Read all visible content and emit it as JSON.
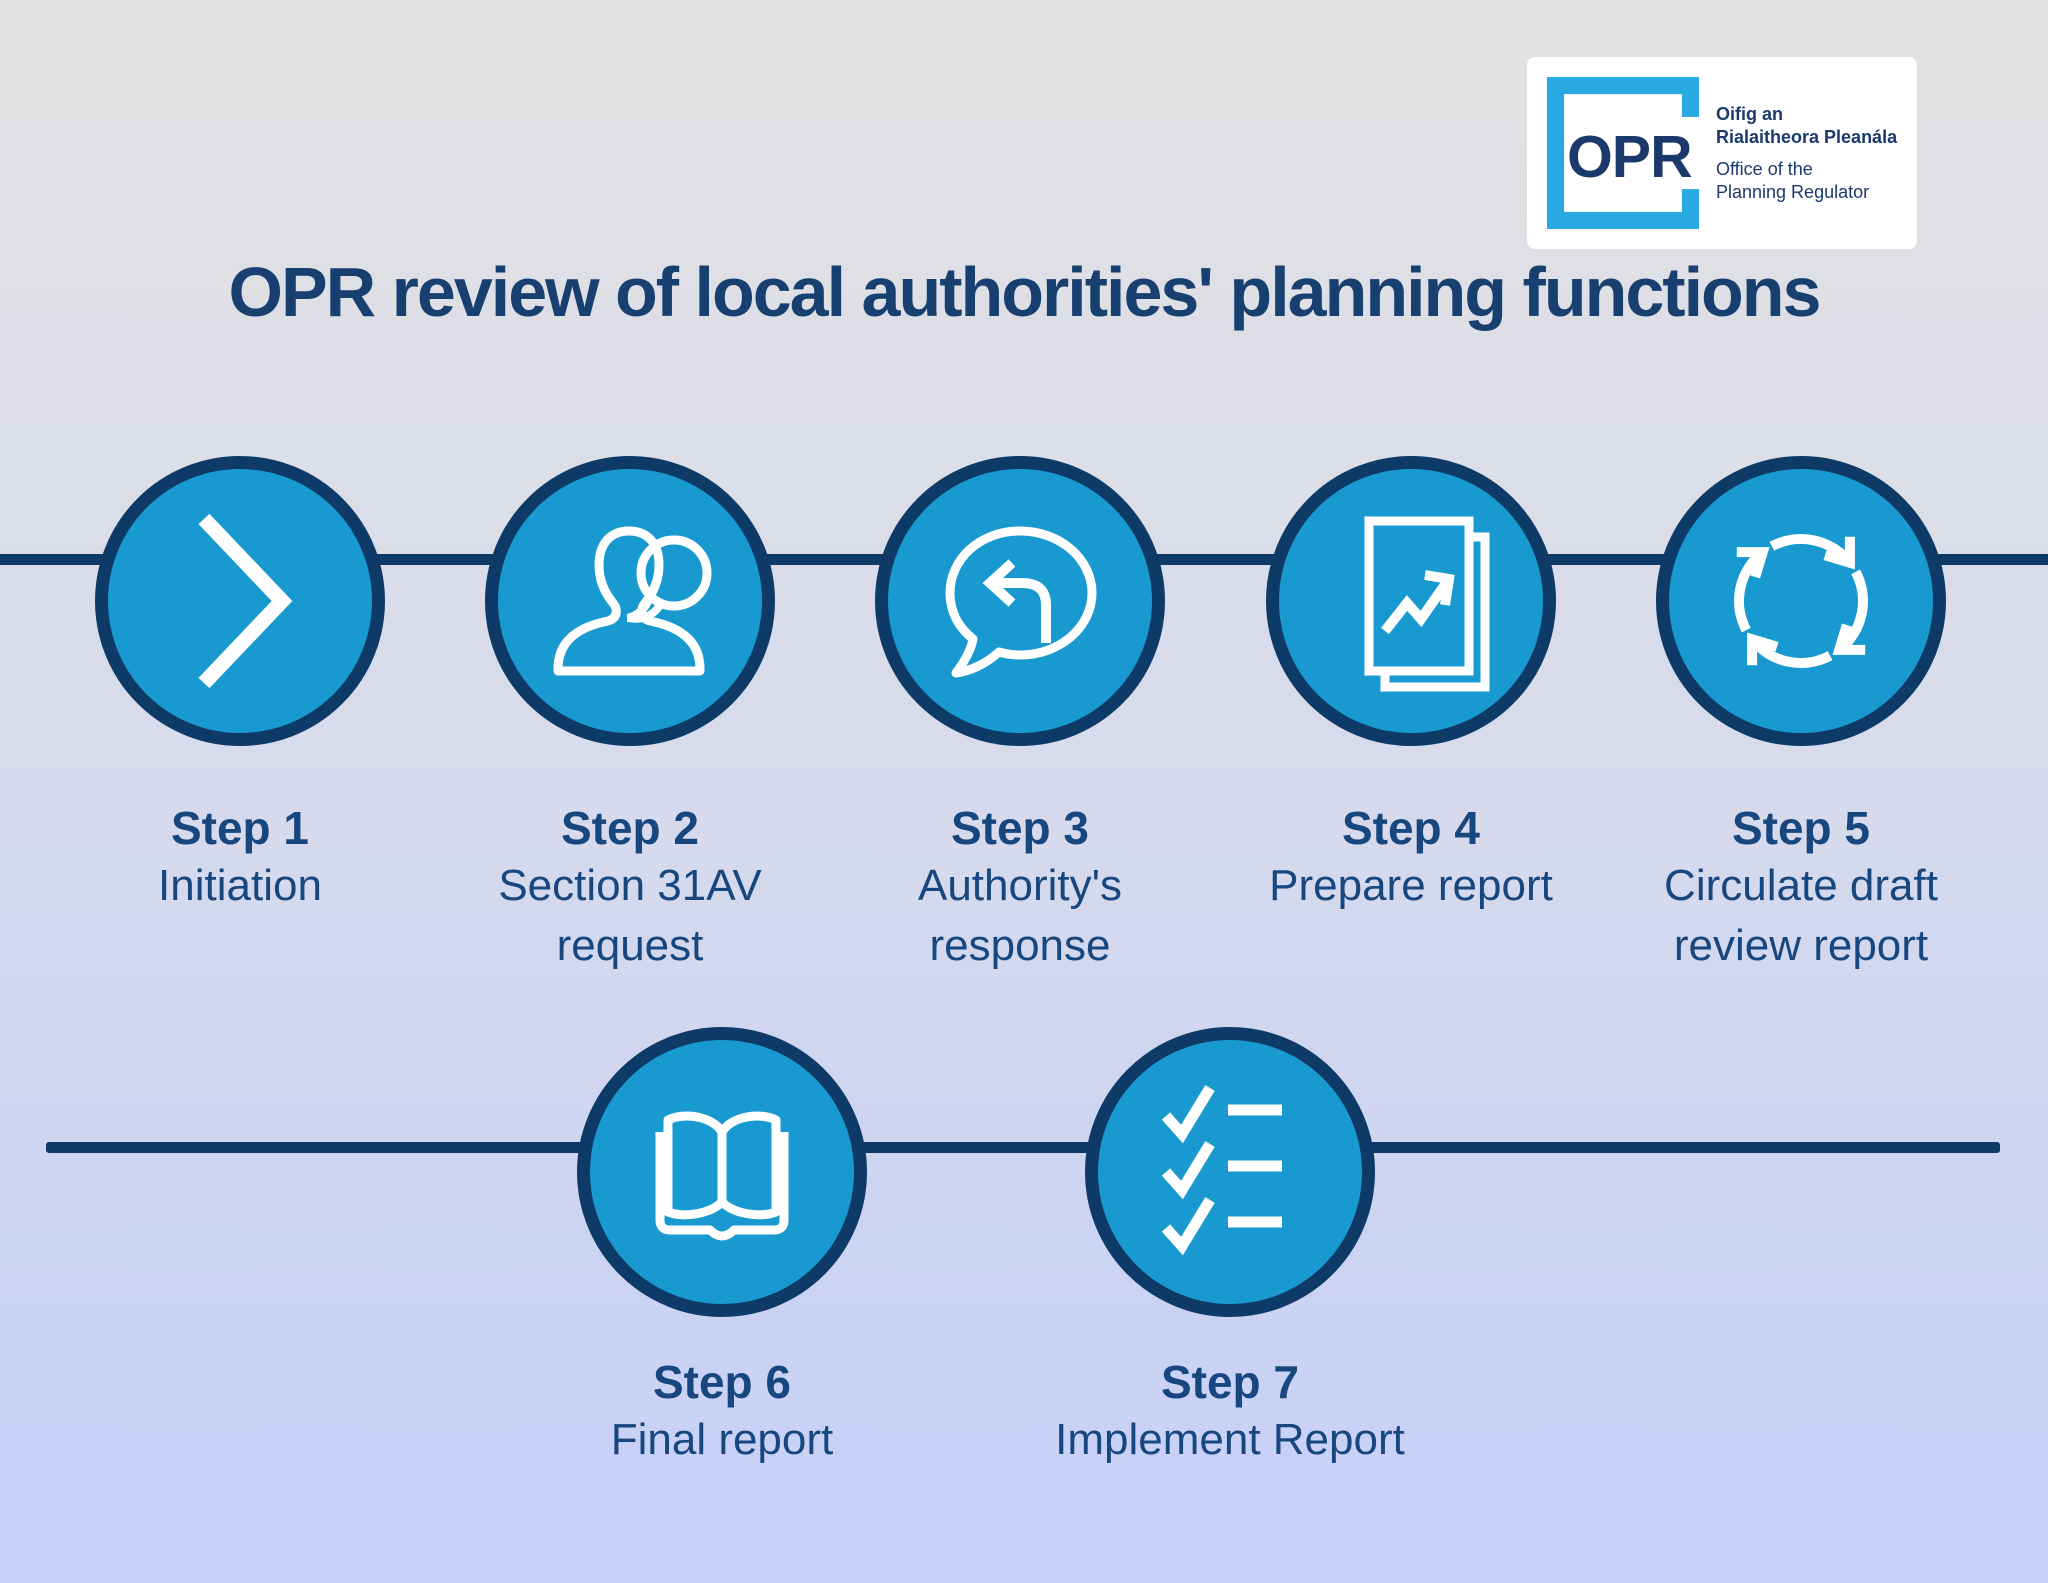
{
  "page": {
    "title": "OPR review of local authorities' planning functions"
  },
  "logo": {
    "acronym": "OPR",
    "irish_line1": "Oifig an",
    "irish_line2": "Rialaitheora Pleanála",
    "english_line1": "Office of the",
    "english_line2": "Planning Regulator"
  },
  "steps": [
    {
      "label": "Step 1",
      "description_lines": [
        "Initiation"
      ],
      "icon": "chevron-right-icon"
    },
    {
      "label": "Step 2",
      "description_lines": [
        "Section 31AV",
        "request"
      ],
      "icon": "person-speech-bubble-icon"
    },
    {
      "label": "Step 3",
      "description_lines": [
        "Authority's",
        "response"
      ],
      "icon": "reply-speech-bubble-icon"
    },
    {
      "label": "Step 4",
      "description_lines": [
        "Prepare report"
      ],
      "icon": "report-chart-icon"
    },
    {
      "label": "Step 5",
      "description_lines": [
        "Circulate draft",
        "review report"
      ],
      "icon": "sync-arrows-icon"
    },
    {
      "label": "Step 6",
      "description_lines": [
        "Final report"
      ],
      "icon": "open-book-icon"
    },
    {
      "label": "Step 7",
      "description_lines": [
        "Implement Report"
      ],
      "icon": "checklist-icon"
    }
  ],
  "colors": {
    "circle_blue": "#189AD0",
    "outline_navy": "#0D3A66",
    "text_navy": "#17477E",
    "title_navy": "#173F6F",
    "logo_blue": "#29A9E1",
    "logo_navy": "#1B3A6B",
    "icon_white": "#FFFFFF",
    "background_top": "#E2E2E2",
    "background_bottom": "#C7D1F8"
  }
}
